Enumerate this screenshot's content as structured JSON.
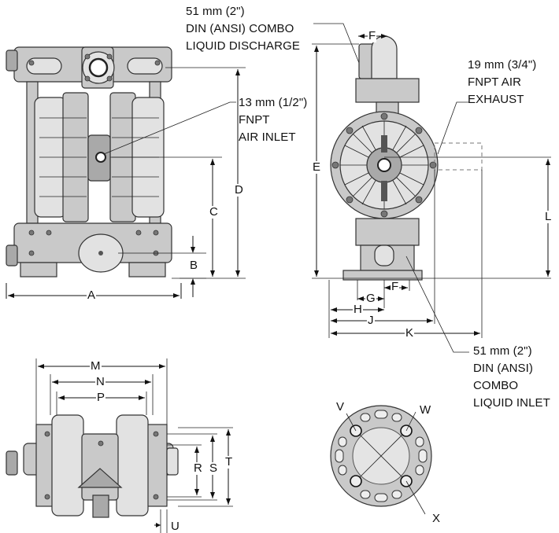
{
  "callouts": {
    "liquid_discharge": [
      "51 mm (2\")",
      "DIN (ANSI) COMBO",
      "LIQUID DISCHARGE"
    ],
    "air_inlet": [
      "13 mm (1/2\")",
      "FNPT",
      "AIR INLET"
    ],
    "air_exhaust": [
      "19 mm (3/4\")",
      "FNPT AIR",
      "EXHAUST"
    ],
    "liquid_inlet": [
      "51 mm (2\")",
      "DIN (ANSI)",
      "COMBO",
      "LIQUID INLET"
    ]
  },
  "dimension_labels": {
    "A": "A",
    "B": "B",
    "C": "C",
    "D": "D",
    "E": "E",
    "F_top": "F",
    "F_bottom": "F",
    "G": "G",
    "H": "H",
    "J": "J",
    "K": "K",
    "L": "L",
    "M": "M",
    "N": "N",
    "P": "P",
    "R": "R",
    "S": "S",
    "T": "T",
    "U": "U",
    "V": "V",
    "W": "W",
    "X": "X"
  }
}
